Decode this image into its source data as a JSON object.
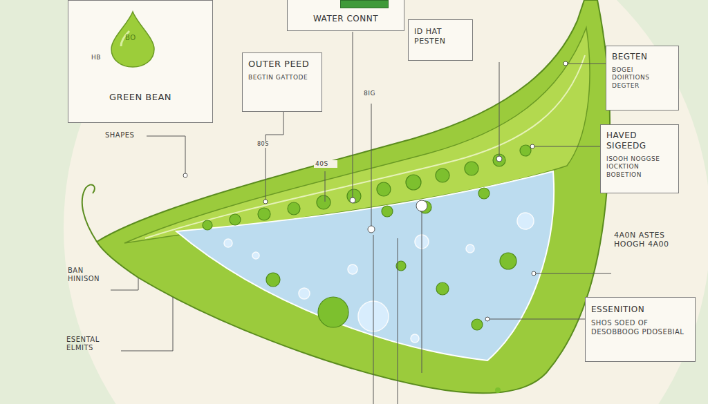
{
  "diagram": {
    "nodes": [
      {
        "text": [
          "GREEN BEAN"
        ]
      },
      {
        "text": [
          "BO"
        ],
        "in": 0
      },
      {
        "text": [
          "WATER CONNT"
        ]
      },
      {
        "text": [
          "ID HAT PESTEN"
        ]
      },
      {
        "text": [
          "OUTER PEED",
          "BEGTIN GATTODE"
        ]
      },
      {
        "text": [
          "BEGTEN",
          "BOGEI DOIRTIONS DEGTER"
        ]
      },
      {
        "text": [
          "HAVED SIGEEDG",
          "ISOOH NOGGSE IOCKTION BOBETION"
        ]
      },
      {
        "text": [
          "ESSENITION",
          "SHOS SOED OF DESOBBOOG PDOSEBIAL"
        ]
      }
    ],
    "labels": [
      "HB",
      "SHAPES",
      "80S",
      "40S",
      "8IG",
      "4A0N ASTES HOOGH 4A00",
      "BAN HINISON",
      "ESENTAL ELMITS"
    ]
  }
}
